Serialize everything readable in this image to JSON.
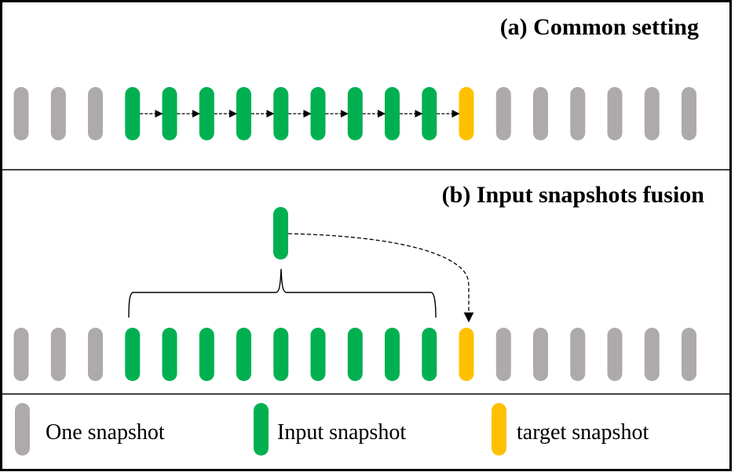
{
  "colors": {
    "gray": "#AEAAAA",
    "green": "#00B050",
    "yellow": "#FFC000",
    "line": "#000000"
  },
  "panel_a": {
    "title": "(a) Common setting",
    "sequence": [
      "gray",
      "gray",
      "gray",
      "green",
      "green",
      "green",
      "green",
      "green",
      "green",
      "green",
      "green",
      "green",
      "yellow",
      "gray",
      "gray",
      "gray",
      "gray",
      "gray",
      "gray"
    ],
    "arrows": "dashed arrows chain each input snapshot to the next, ending at target"
  },
  "panel_b": {
    "title": "(b) Input snapshots fusion",
    "sequence": [
      "gray",
      "gray",
      "gray",
      "green",
      "green",
      "green",
      "green",
      "green",
      "green",
      "green",
      "green",
      "green",
      "yellow",
      "gray",
      "gray",
      "gray",
      "gray",
      "gray",
      "gray"
    ],
    "fused_snapshot": "green",
    "arrows": "curly brace groups input snapshots into one fused snapshot; dashed curved arrow from fused snapshot to target"
  },
  "legend": {
    "items": [
      {
        "color": "gray",
        "label": "One snapshot"
      },
      {
        "color": "green",
        "label": "Input snapshot"
      },
      {
        "color": "yellow",
        "label": "target snapshot"
      }
    ]
  }
}
